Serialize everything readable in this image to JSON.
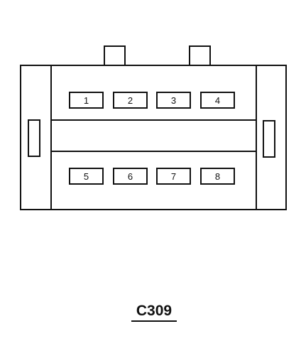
{
  "connector": {
    "id": "C309",
    "pins_top": [
      "1",
      "2",
      "3",
      "4"
    ],
    "pins_bottom": [
      "5",
      "6",
      "7",
      "8"
    ]
  },
  "colors": {
    "line": "#111111",
    "background": "#ffffff"
  }
}
